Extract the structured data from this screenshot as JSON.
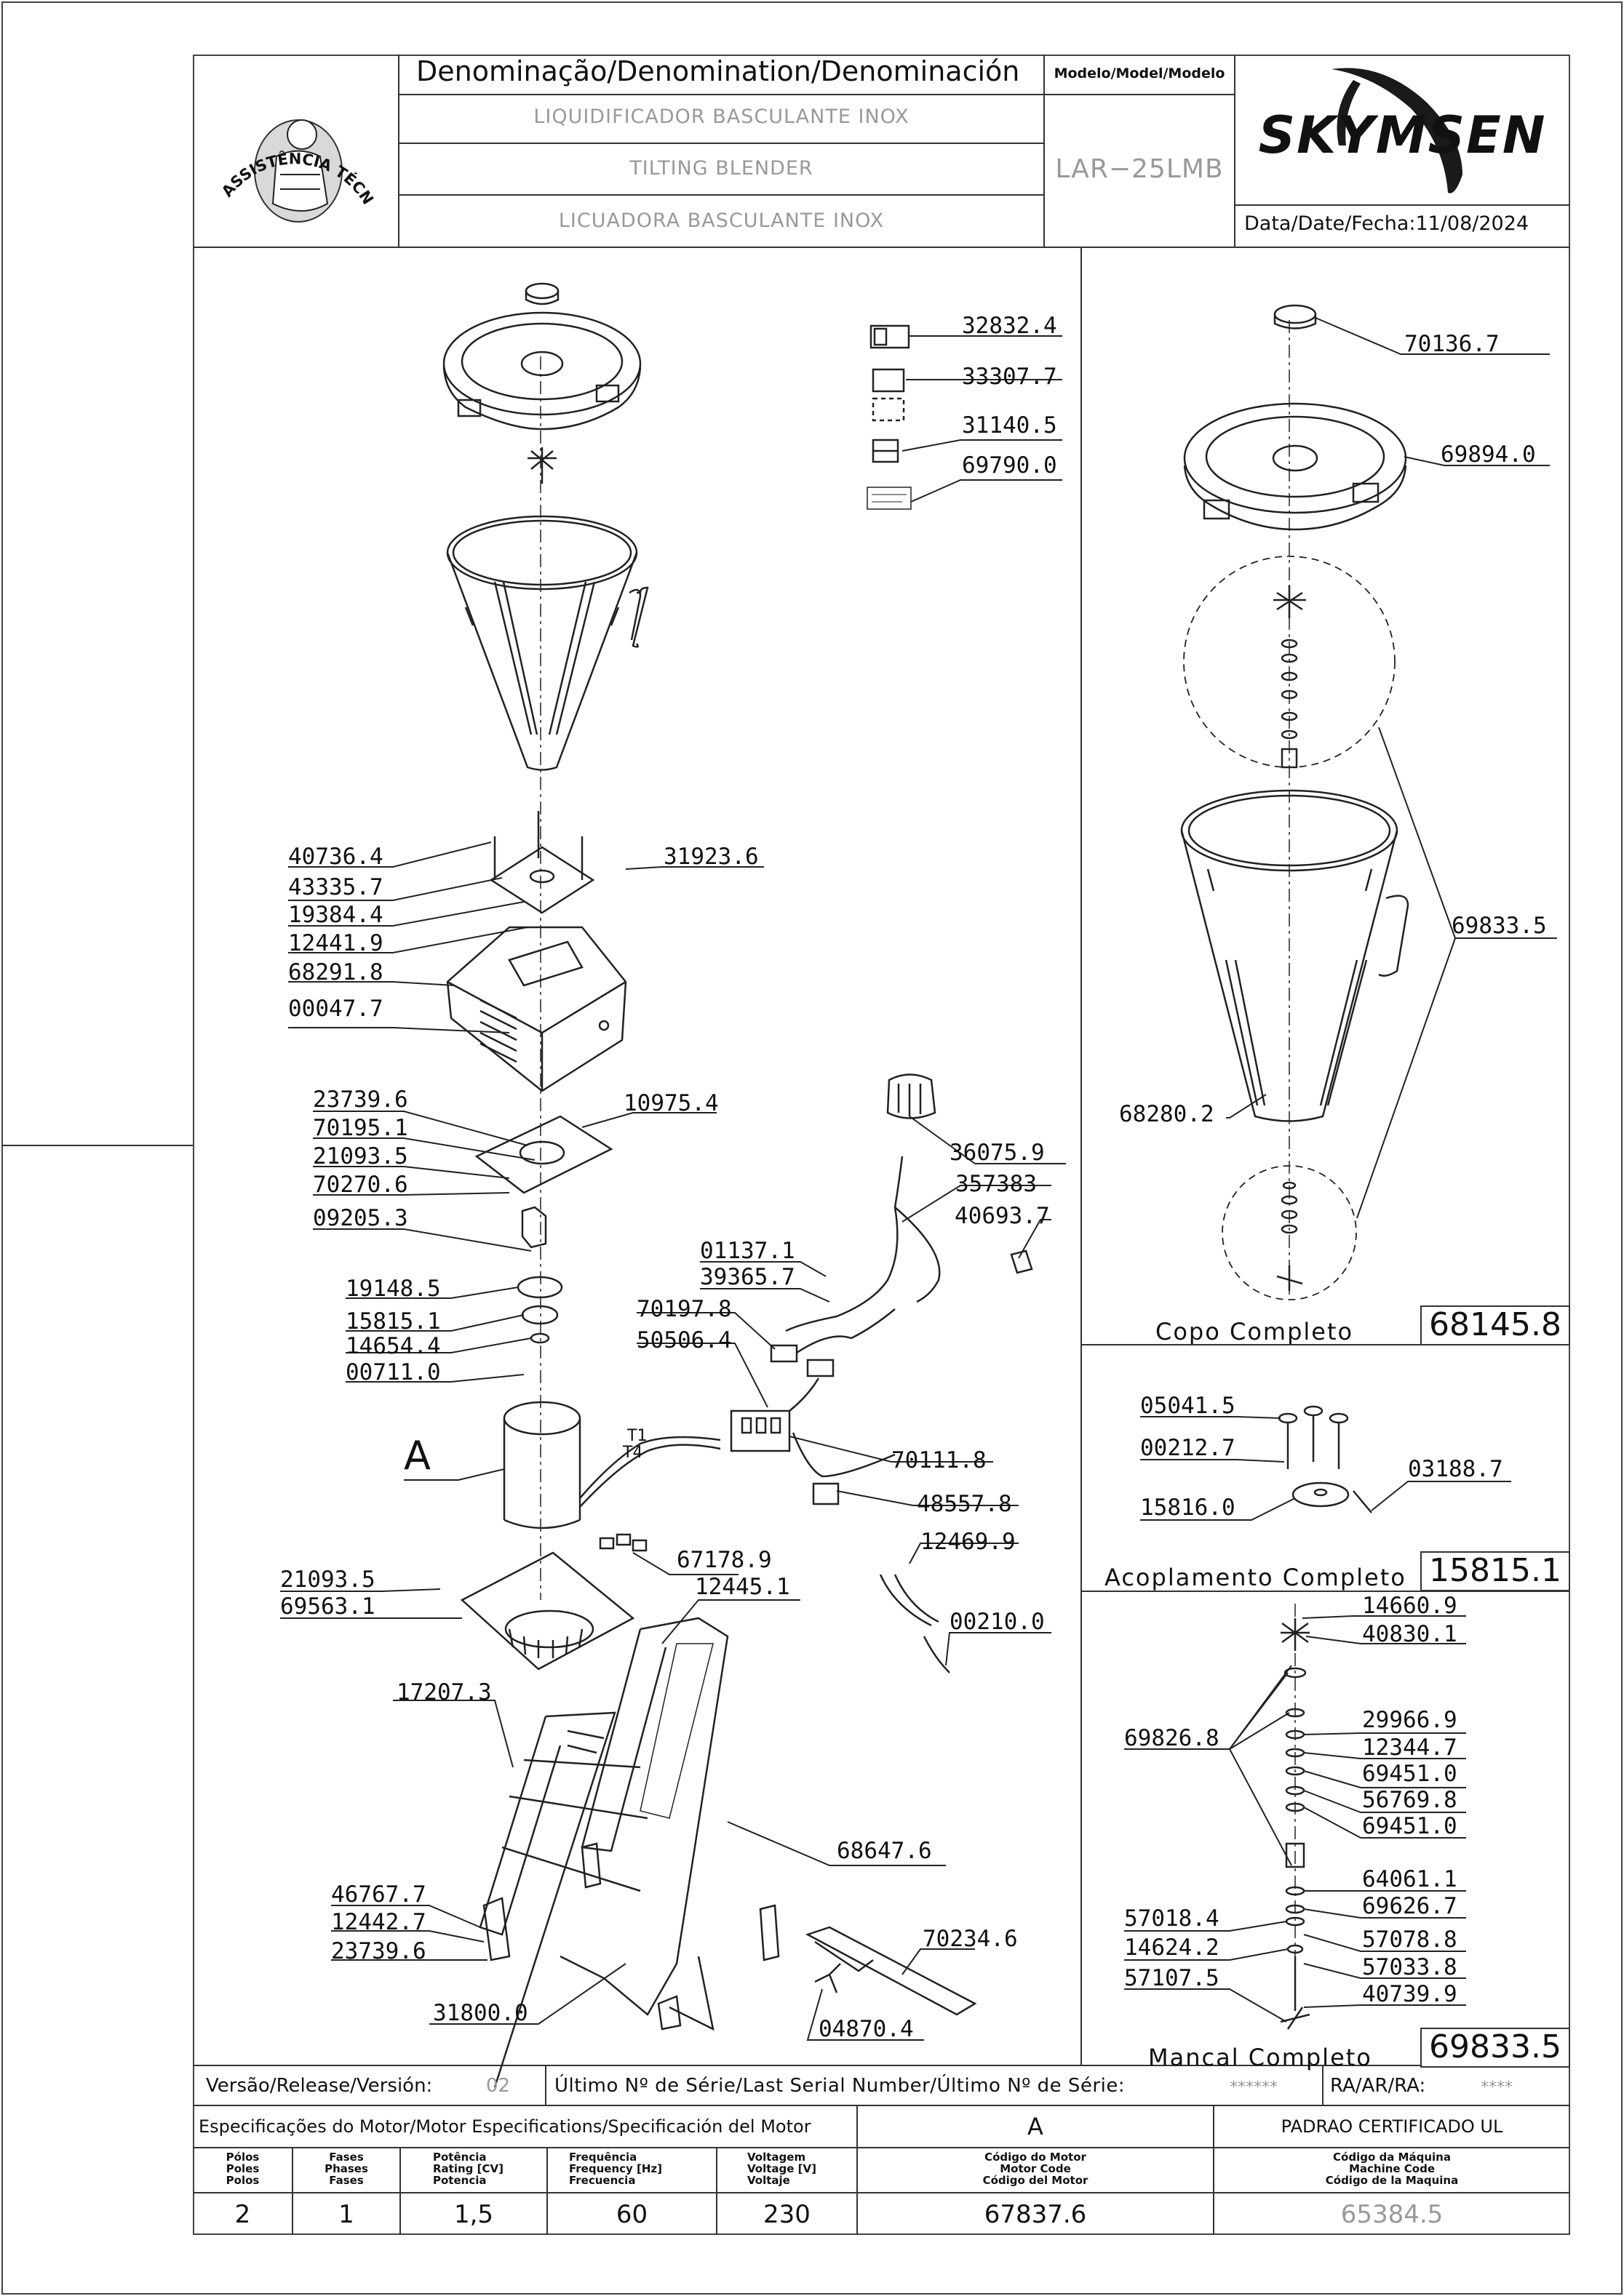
{
  "header": {
    "denomination_label": "Denominação/Denomination/Denominación",
    "name_pt": "LIQUIDIFICADOR  BASCULANTE  INOX",
    "name_en": "TILTING  BLENDER",
    "name_es": "LICUADORA  BASCULANTE  INOX",
    "model_label": "Modelo/Model/Modelo",
    "model_value": "LAR−25LMB",
    "brand": "SKYMSEN",
    "date_label": "Data/Date/Fecha:",
    "date_value": "11/08/2024",
    "seal_text": "ASSISTÊNCIA TÉCNICA AUTORIZADA"
  },
  "main_parts": [
    "32832.4",
    "33307.7",
    "31140.5",
    "69790.0",
    "40736.4",
    "43335.7",
    "19384.4",
    "12441.9",
    "68291.8",
    "00047.7",
    "31923.6",
    "23739.6",
    "70195.1",
    "21093.5",
    "70270.6",
    "09205.3",
    "10975.4",
    "19148.5",
    "15815.1",
    "14654.4",
    "00711.0",
    "36075.9",
    "357383",
    "40693.7",
    "01137.1",
    "39365.7",
    "70197.8",
    "50506.4",
    "70111.8",
    "48557.8",
    "12469.9",
    "00210.0",
    "21093.5",
    "69563.1",
    "67178.9",
    "12445.1",
    "17207.3",
    "68647.6",
    "46767.7",
    "12442.7",
    "23739.6",
    "70234.6",
    "31800.0",
    "04870.4"
  ],
  "motor_letter": "A",
  "motor_terminals": [
    "T1",
    "T4"
  ],
  "copo": {
    "parts": [
      "70136.7",
      "69894.0",
      "69833.5",
      "68280.2"
    ],
    "title": "Copo  Completo",
    "code": "68145.8"
  },
  "acoplamento": {
    "parts": [
      "05041.5",
      "00212.7",
      "15816.0",
      "03188.7"
    ],
    "title": "Acoplamento  Completo",
    "code": "15815.1"
  },
  "mancal": {
    "parts": [
      "14660.9",
      "40830.1",
      "69826.8",
      "29966.9",
      "12344.7",
      "69451.0",
      "56769.8",
      "69451.0",
      "64061.1",
      "69626.7",
      "57018.4",
      "57078.8",
      "14624.2",
      "57033.8",
      "57107.5",
      "40739.9"
    ],
    "title": "Mancal  Completo",
    "code": "69833.5"
  },
  "release": {
    "label": "Versão/Release/Versión:",
    "value": "02",
    "serial_label": "Último Nº de Série/Last Serial Number/Último Nº de Série:",
    "serial_value": "******",
    "ra_label": "RA/AR/RA:",
    "ra_value": "****"
  },
  "motor_spec": {
    "title": "Especificações do Motor/Motor Especifications/Specificación del Motor",
    "motor_col_value": "A",
    "cert_label": "PADRAO  CERTIFICADO  UL",
    "headers": [
      "Pólos\nPoles\nPolos",
      "Fases\nPhases\nFases",
      "Potência\nRating [CV]\nPotencia",
      "Frequência\nFrequency [Hz]\nFrecuencia",
      "Voltagem\nVoltage [V]\nVoltaje",
      "Código do Motor\nMotor Code\nCódigo del Motor",
      "Código da Máquina\nMachine Code\nCódigo de la Maquina"
    ],
    "values": [
      "2",
      "1",
      "1,5",
      "60",
      "230",
      "67837.6",
      "65384.5"
    ]
  }
}
